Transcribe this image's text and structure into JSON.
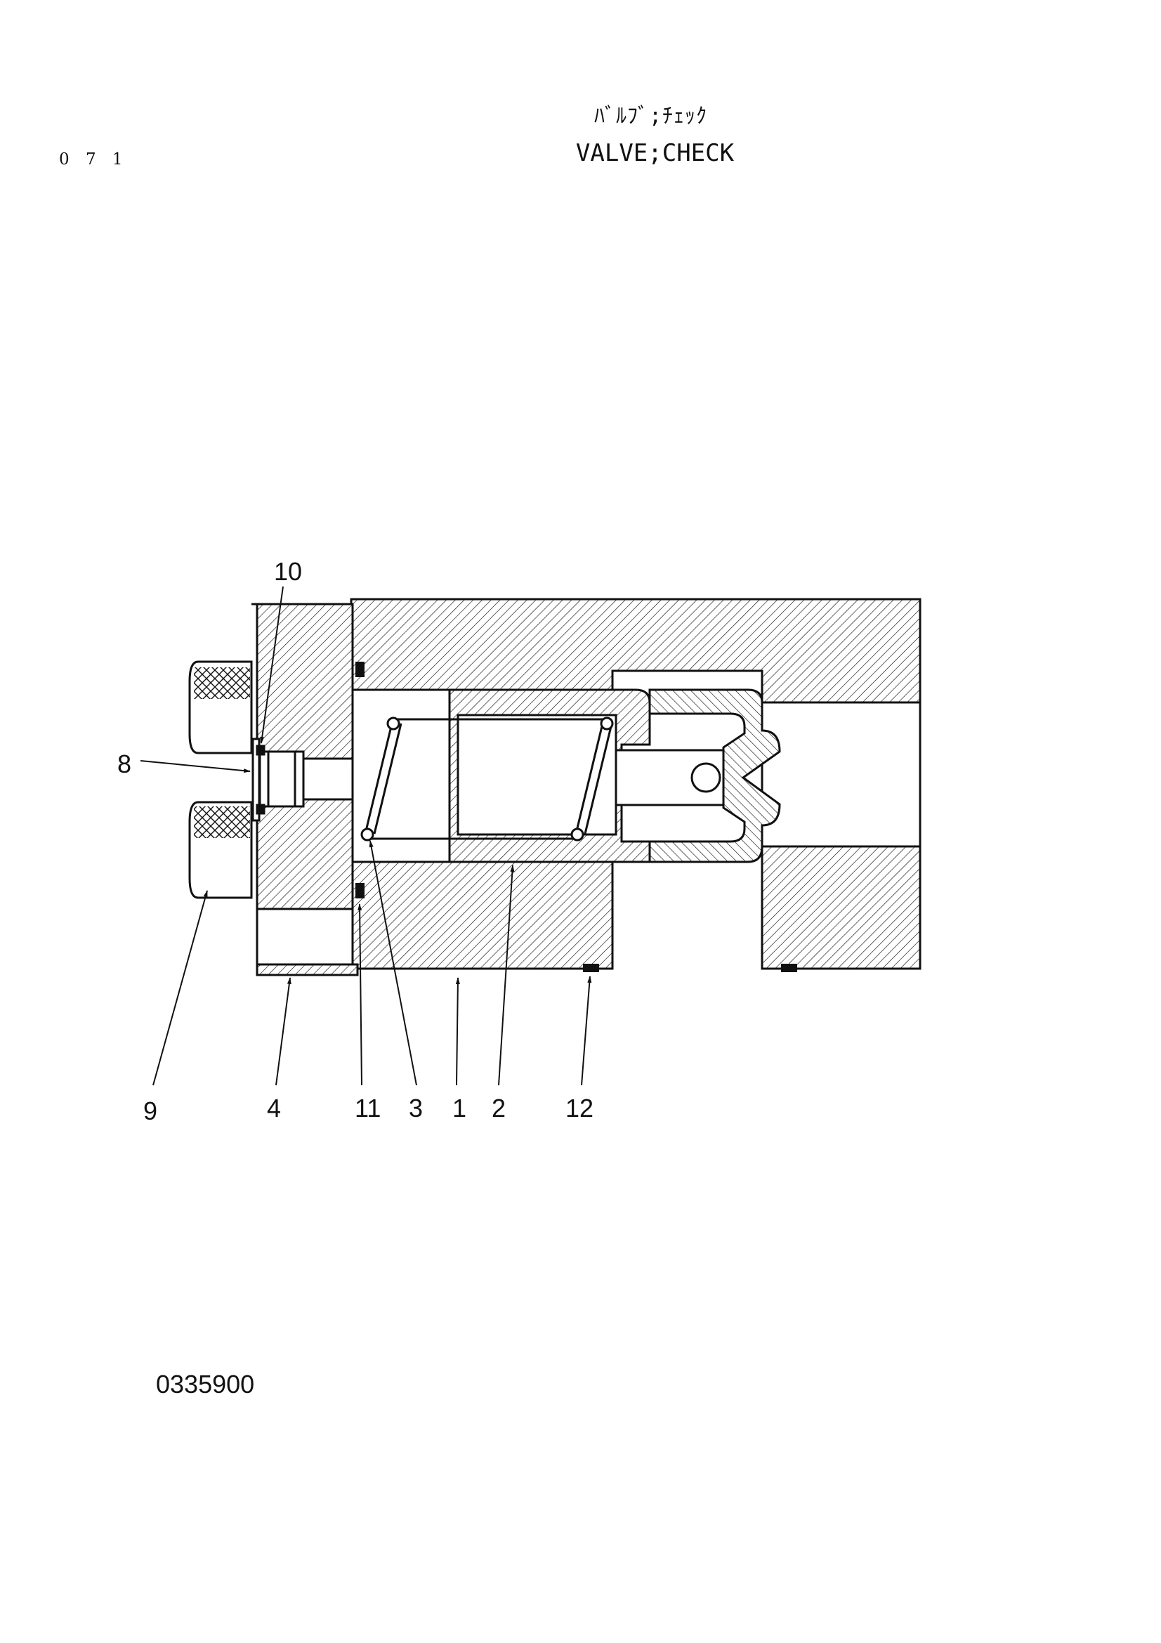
{
  "page": {
    "code": "0 7 1",
    "title_jp": "ﾊﾞﾙﾌﾞ;ﾁｪｯｸ",
    "title_en": "VALVE;CHECK",
    "drawing_number": "0335900"
  },
  "callouts": {
    "c10": "10",
    "c8": "8",
    "c9": "9",
    "c4": "4",
    "c11": "11",
    "c3": "3",
    "c1": "1",
    "c2": "2",
    "c12": "12"
  },
  "colors": {
    "ink": "#111111",
    "paper": "#ffffff"
  }
}
